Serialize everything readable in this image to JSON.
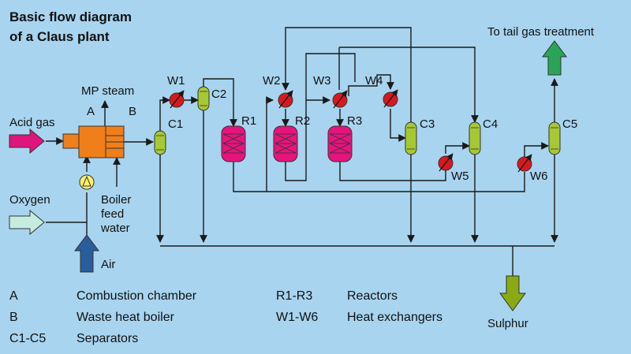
{
  "title_line1": "Basic flow diagram",
  "title_line2": "of a Claus plant",
  "labels": {
    "tail_gas": "To tail gas treatment",
    "mp_steam": "MP steam",
    "a": "A",
    "b": "B",
    "acid_gas": "Acid gas",
    "oxygen": "Oxygen",
    "boiler": "Boiler",
    "feed": "feed",
    "water": "water",
    "air": "Air",
    "sulphur": "Sulphur",
    "w1": "W1",
    "w2": "W2",
    "w3": "W3",
    "w4": "W4",
    "w5": "W5",
    "w6": "W6",
    "c1": "C1",
    "c2": "C2",
    "c3": "C3",
    "c4": "C4",
    "c5": "C5",
    "r1": "R1",
    "r2": "R2",
    "r3": "R3"
  },
  "legend": [
    {
      "key": "A",
      "desc": "Combustion chamber"
    },
    {
      "key": "B",
      "desc": "Waste heat boiler"
    },
    {
      "key": "C1-C5",
      "desc": "Separators"
    },
    {
      "key": "R1-R3",
      "desc": "Reactors"
    },
    {
      "key": "W1-W6",
      "desc": "Heat exchangers"
    }
  ],
  "colors": {
    "background": "#a8d4ef",
    "acid_gas_arrow": "#e0147d",
    "oxygen_arrow": "#c6ecdf",
    "air_arrow": "#2a5d9c",
    "furnace": "#f07f1b",
    "separator": "#a6c932",
    "reactor": "#e6147d",
    "heat_exchanger": "#d7191f",
    "tail_gas_arrow": "#2aa558",
    "sulphur_arrow": "#89aa12",
    "blower": "#fff06a"
  }
}
